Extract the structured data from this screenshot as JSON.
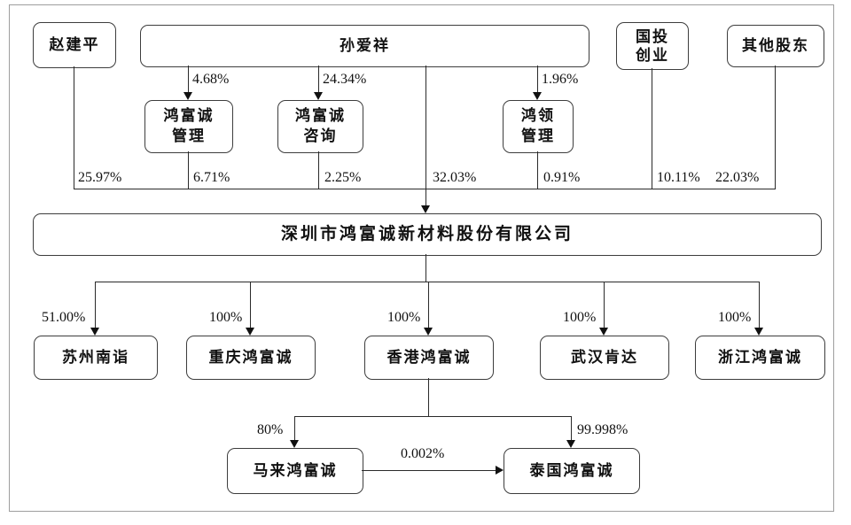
{
  "colors": {
    "line": "#2a2a2a",
    "box_border": "#3d3d3d",
    "outer_border": "#9e9e9e",
    "background": "#ffffff"
  },
  "shareholders": {
    "zhao": "赵建平",
    "sun": "孙爱祥",
    "guotou_line1": "国投",
    "guotou_line2": "创业",
    "qita": "其他股东"
  },
  "platforms": {
    "guanli_line1": "鸿富诚",
    "guanli_line2": "管理",
    "zixun_line1": "鸿富诚",
    "zixun_line2": "咨询",
    "hongling_line1": "鸿领",
    "hongling_line2": "管理"
  },
  "company": {
    "name": "深圳市鸿富诚新材料股份有限公司"
  },
  "subsidiaries": {
    "suzhou": "苏州南诣",
    "chongqing": "重庆鸿富诚",
    "hongkong": "香港鸿富诚",
    "wuhan": "武汉肯达",
    "zhejiang": "浙江鸿富诚",
    "malai": "马来鸿富诚",
    "taiguo": "泰国鸿富诚"
  },
  "ownership": {
    "sun_to_guanli": "4.68%",
    "sun_to_zixun": "24.34%",
    "sun_to_hongling": "1.96%",
    "zhao_to_company": "25.97%",
    "guanli_to_company": "6.71%",
    "zixun_to_company": "2.25%",
    "sun_to_company": "32.03%",
    "hongling_to_company": "0.91%",
    "guotou_to_company": "10.11%",
    "qita_to_company": "22.03%",
    "company_to_suzhou": "51.00%",
    "company_to_chongqing": "100%",
    "company_to_hongkong": "100%",
    "company_to_wuhan": "100%",
    "company_to_zhejiang": "100%",
    "hongkong_to_malai": "80%",
    "hongkong_to_taiguo": "99.998%",
    "malai_to_taiguo": "0.002%"
  }
}
